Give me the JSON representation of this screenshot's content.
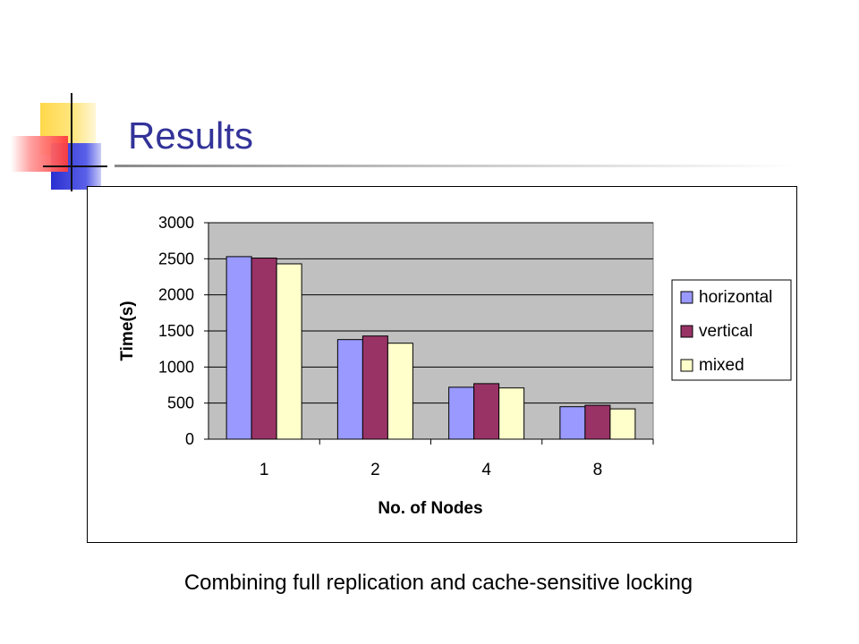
{
  "slide": {
    "title": "Results",
    "caption": "Combining full replication and cache-sensitive locking"
  },
  "colors": {
    "title": "#333399",
    "plot_bg": "#c0c0c0",
    "horizontal": "#9999ff",
    "vertical": "#993366",
    "mixed": "#ffffcc"
  },
  "chart_data": {
    "type": "bar",
    "title": "",
    "xlabel": "No. of Nodes",
    "ylabel": "Time(s)",
    "categories": [
      "1",
      "2",
      "4",
      "8"
    ],
    "ylim": [
      0,
      3000
    ],
    "yticks": [
      0,
      500,
      1000,
      1500,
      2000,
      2500,
      3000
    ],
    "grid": true,
    "legend_position": "right",
    "series": [
      {
        "name": "horizontal",
        "color": "#9999ff",
        "values": [
          2530,
          1380,
          720,
          450
        ]
      },
      {
        "name": "vertical",
        "color": "#993366",
        "values": [
          2510,
          1430,
          770,
          470
        ]
      },
      {
        "name": "mixed",
        "color": "#ffffcc",
        "values": [
          2430,
          1330,
          710,
          420
        ]
      }
    ]
  }
}
